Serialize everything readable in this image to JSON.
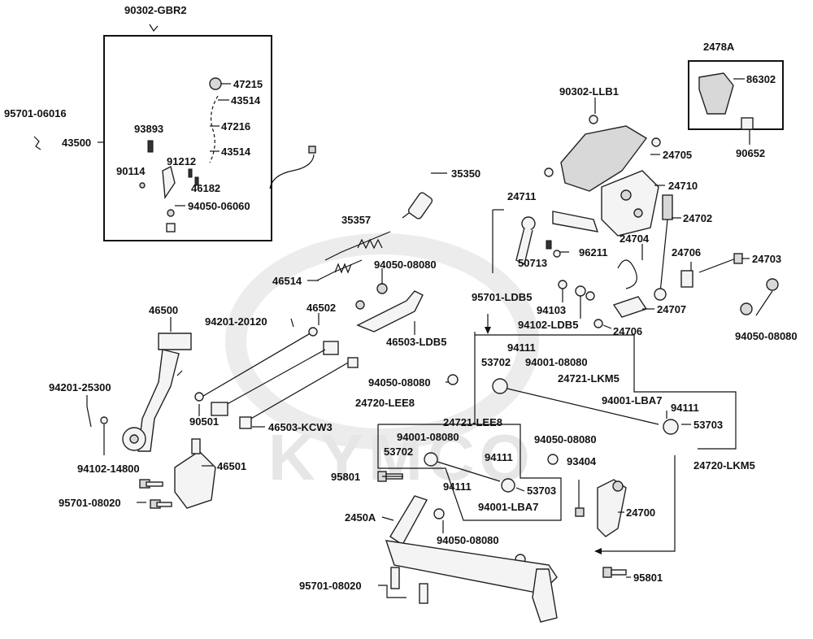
{
  "watermark": "KYMCO",
  "callouts": {
    "p90302_gbr2": "90302-GBR2",
    "p47215": "47215",
    "p43514_a": "43514",
    "p47216": "47216",
    "p43514_b": "43514",
    "p95701_06016": "95701-06016",
    "p43500": "43500",
    "p93893": "93893",
    "p91212": "91212",
    "p90114": "90114",
    "p46182": "46182",
    "p94050_06060": "94050-06060",
    "p35350": "35350",
    "p35357": "35357",
    "p46514": "46514",
    "p94050_08080_a": "94050-08080",
    "p46500": "46500",
    "p94201_20120": "94201-20120",
    "p46502": "46502",
    "p46503_ldb5": "46503-LDB5",
    "p94201_25300": "94201-25300",
    "p90501": "90501",
    "p46503_kcw3": "46503-KCW3",
    "p94102_14800": "94102-14800",
    "p46501": "46501",
    "p95701_08020_a": "95701-08020",
    "p2478a": "2478A",
    "p86302": "86302",
    "p90652": "90652",
    "p90302_llb1": "90302-LLB1",
    "p24705": "24705",
    "p24710": "24710",
    "p24711": "24711",
    "p24702": "24702",
    "p96211": "96211",
    "p24704": "24704",
    "p24706_a": "24706",
    "p24703": "24703",
    "p50713": "50713",
    "p95701_ldb5": "95701-LDB5",
    "p94103": "94103",
    "p24707": "24707",
    "p94102_ldb5": "94102-LDB5",
    "p24706_b": "24706",
    "p94050_08080_b": "94050-08080",
    "p94111_a": "94111",
    "p53702_a": "53702",
    "p94001_08080_a": "94001-08080",
    "p24721_lkm5": "24721-LKM5",
    "p94001_lba7_a": "94001-LBA7",
    "p94111_b": "94111",
    "p53703_a": "53703",
    "p94050_08080_c": "94050-08080",
    "p24720_lee8": "24720-LEE8",
    "p94001_08080_b": "94001-08080",
    "p24721_lee8": "24721-LEE8",
    "p53702_b": "53702",
    "p94111_c": "94111",
    "p94111_d": "94111",
    "p53703_b": "53703",
    "p94001_lba7_b": "94001-LBA7",
    "p94050_08080_d": "94050-08080",
    "p24720_lkm5": "24720-LKM5",
    "p93404": "93404",
    "p95801_a": "95801",
    "p2450a": "2450A",
    "p24700": "24700",
    "p94050_08080_e": "94050-08080",
    "p95801_b": "95801",
    "p95701_08020_b": "95701-08020"
  }
}
